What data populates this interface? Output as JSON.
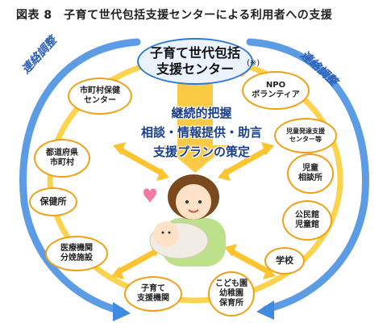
{
  "figure": {
    "title": "図表 8　子育て世代包括支援センターによる利用者への支援"
  },
  "center": {
    "label": "子育て世代包括\n支援センター",
    "note": "(※)"
  },
  "side_labels": {
    "left": "連絡調整",
    "right": "連絡調整"
  },
  "support": {
    "line1": "継続的把握",
    "line2": "相談・情報提供・助言",
    "line3": "支援プランの策定"
  },
  "nodes": {
    "hokencenter": "市町村保健\nセンター",
    "npo": "NPO\nボランティア",
    "jidohattatsu": "児童発達支援\nセンター等",
    "jidosodan": "児童\n相談所",
    "todofuken": "都道府県\n市町村",
    "kominkan": "公民館\n児童館",
    "hokenjo": "保健所",
    "gakko": "学校",
    "iryo": "医療機関\n分娩施設",
    "kodomoen": "こども園\n幼稚園\n保育所",
    "kosodate": "子育て\n支援機関"
  },
  "colors": {
    "ring": "#fbd34d",
    "node_border": "#f0a015",
    "arrow": "#fbc430",
    "blue": "#2b7bd3"
  }
}
